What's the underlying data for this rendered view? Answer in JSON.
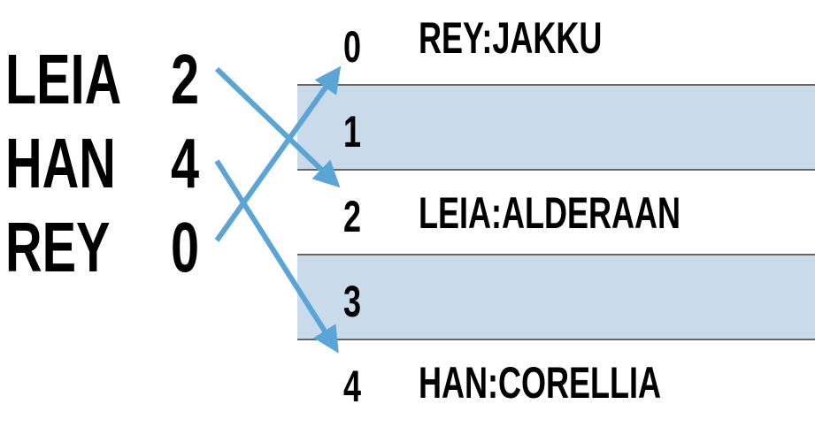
{
  "keys": [
    {
      "name": "LEIA",
      "hash": "2"
    },
    {
      "name": "HAN",
      "hash": "4"
    },
    {
      "name": "REY",
      "hash": "0"
    }
  ],
  "buckets": [
    {
      "index": "0",
      "entry": "REY:JAKKU"
    },
    {
      "index": "1",
      "entry": ""
    },
    {
      "index": "2",
      "entry": "LEIA:ALDERAAN"
    },
    {
      "index": "3",
      "entry": ""
    },
    {
      "index": "4",
      "entry": "HAN:CORELLIA"
    }
  ],
  "colors": {
    "arrow": "#5aa5d6",
    "empty_bucket": "#c9dbea",
    "divider": "#666666"
  }
}
